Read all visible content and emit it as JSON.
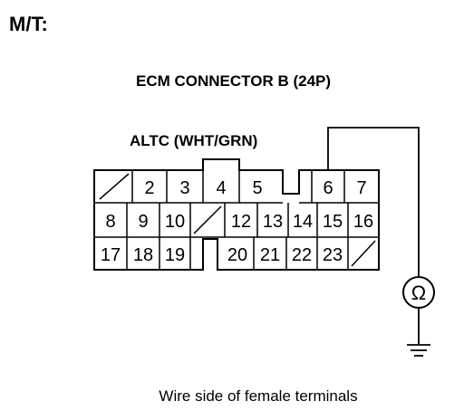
{
  "heading": "M/T:",
  "connector_title": "ECM CONNECTOR B (24P)",
  "wire_label": "ALTC (WHT/GRN)",
  "footer": "Wire side of female terminals",
  "meter_symbol": "Ω",
  "meter_icon": "ohmmeter-icon",
  "ground_icon": "ground-icon",
  "rows": [
    [
      "",
      "2",
      "3",
      "4",
      "5",
      "",
      "6",
      "7"
    ],
    [
      "8",
      "9",
      "10",
      "",
      "12",
      "13",
      "14",
      "15",
      "16"
    ],
    [
      "17",
      "18",
      "19",
      "",
      "20",
      "21",
      "22",
      "23",
      ""
    ]
  ]
}
